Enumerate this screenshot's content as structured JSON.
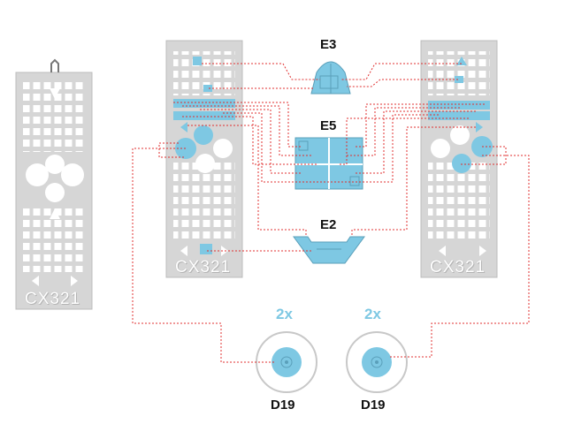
{
  "frets": [
    {
      "id": "fret-plain",
      "marking": "CX321"
    },
    {
      "id": "fret-left",
      "marking": "CX321"
    },
    {
      "id": "fret-right",
      "marking": "CX321"
    }
  ],
  "parts": {
    "e3": {
      "label": "E3"
    },
    "e5": {
      "label": "E5"
    },
    "e2": {
      "label": "E2"
    },
    "d19_left": {
      "label": "D19",
      "quantity": "2x"
    },
    "d19_right": {
      "label": "D19",
      "quantity": "2x"
    }
  },
  "colors": {
    "fret": "#d6d6d6",
    "fret_edge": "#bcbcbc",
    "highlight": "#7ec8e3",
    "leader_line": "#e03030",
    "quantity_text": "#7ec8e3"
  }
}
